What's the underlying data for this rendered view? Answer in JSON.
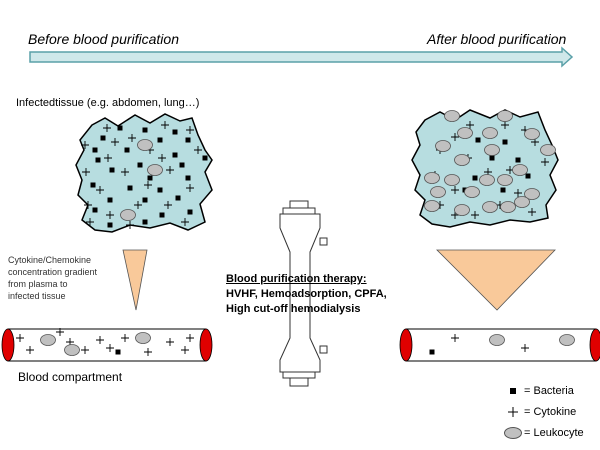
{
  "timeline": {
    "before": "Before blood purification",
    "after": "After blood purification"
  },
  "tissue_label": "Infectedtissue (e.g. abdomen, lung…)",
  "gradient_note": [
    "Cytokine/Chemokine",
    "concentration gradient",
    "from plasma to",
    " infected tissue"
  ],
  "therapy": {
    "title": "Blood purification therapy:",
    "line1": "HVHF, Hemoadsorption, CPFA,",
    "line2": "High cut-off hemodialysis"
  },
  "blood_compartment": "Blood compartment",
  "legend": {
    "bacteria": "= Bacteria",
    "cytokine": "= Cytokine",
    "leukocyte": "= Leukocyte"
  },
  "colors": {
    "arrow_fill": "#cfe8ea",
    "arrow_stroke": "#5aa0a8",
    "tissue_fill": "#b7dde0",
    "gradient_fill": "#f9c99a",
    "vessel_cap": "#e00000",
    "leukocyte_fill": "#c0c0c0"
  },
  "icons": {
    "bacteria": "black-square-icon",
    "cytokine": "plus-icon",
    "leukocyte": "gray-ellipse-icon"
  }
}
